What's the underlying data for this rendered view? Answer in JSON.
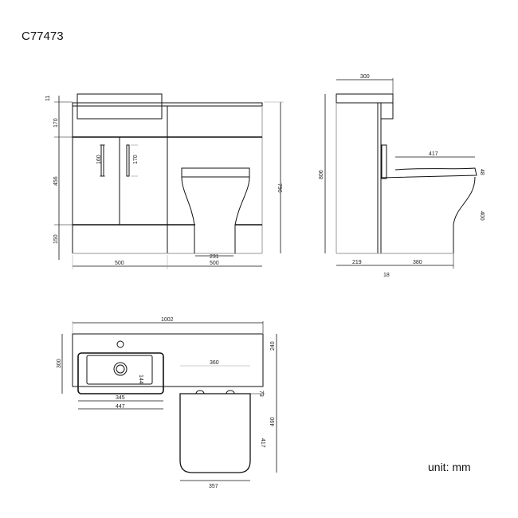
{
  "drawing": {
    "model_code": "C77473",
    "unit_label": "unit: mm",
    "front_view": {
      "top_gap": "11",
      "countertop_height": "170",
      "door_height": "456",
      "plinth_height": "150",
      "total_height": "796",
      "handle_left": "160",
      "handle_right": "170",
      "cabinet_width": "500",
      "wc_unit_width": "500",
      "pan_foot_width": "231"
    },
    "side_view": {
      "basin_depth": "300",
      "total_height": "806",
      "seat_length": "417",
      "seat_thickness": "48",
      "pan_height": "400",
      "cabinet_depth": "219",
      "panel_thickness": "18",
      "pan_projection": "380"
    },
    "plan_view": {
      "total_width": "1002",
      "basin_depth": "300",
      "unit_depth": "240",
      "basin_bowl_width": "345",
      "basin_outer_width": "447",
      "bowl_depth": "144",
      "cistern_width": "360",
      "cistern_gap": "73",
      "seat_length": "417",
      "pan_total_length": "490",
      "seat_width": "357"
    }
  }
}
